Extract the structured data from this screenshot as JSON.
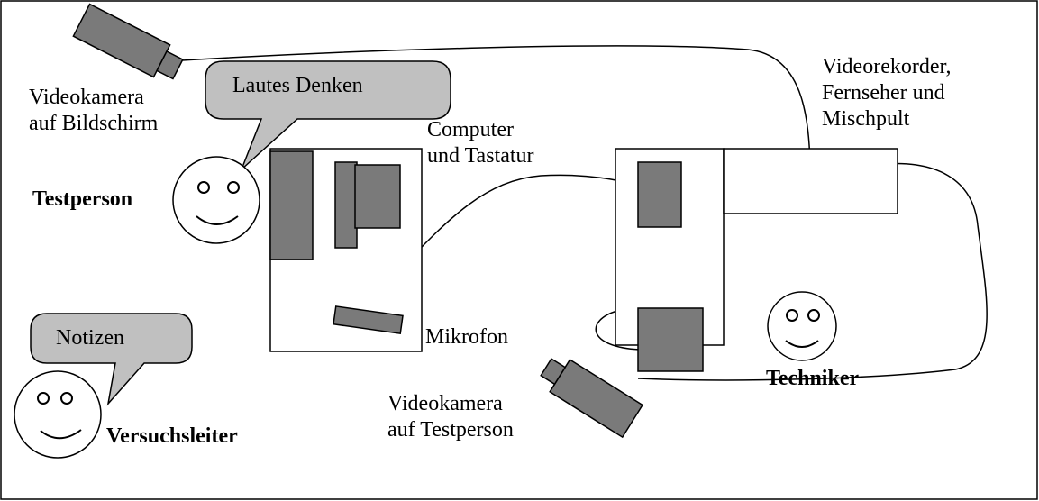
{
  "labels": {
    "camera_screen": "Videokamera\nauf Bildschirm",
    "bubble_thinking": "Lautes Denken",
    "computer": "Computer\nund Tastatur",
    "recorder": "Videorekorder,\nFernseher und\nMischpult",
    "testperson": "Testperson",
    "microphone": "Mikrofon",
    "bubble_notes": "Notizen",
    "experimenter": "Versuchsleiter",
    "camera_person": "Videokamera\nauf Testperson",
    "technician": "Techniker"
  },
  "colors": {
    "device_fill": "#7a7a7a",
    "bubble_fill": "#c0c0c0",
    "line": "#000000",
    "background": "#ffffff"
  }
}
